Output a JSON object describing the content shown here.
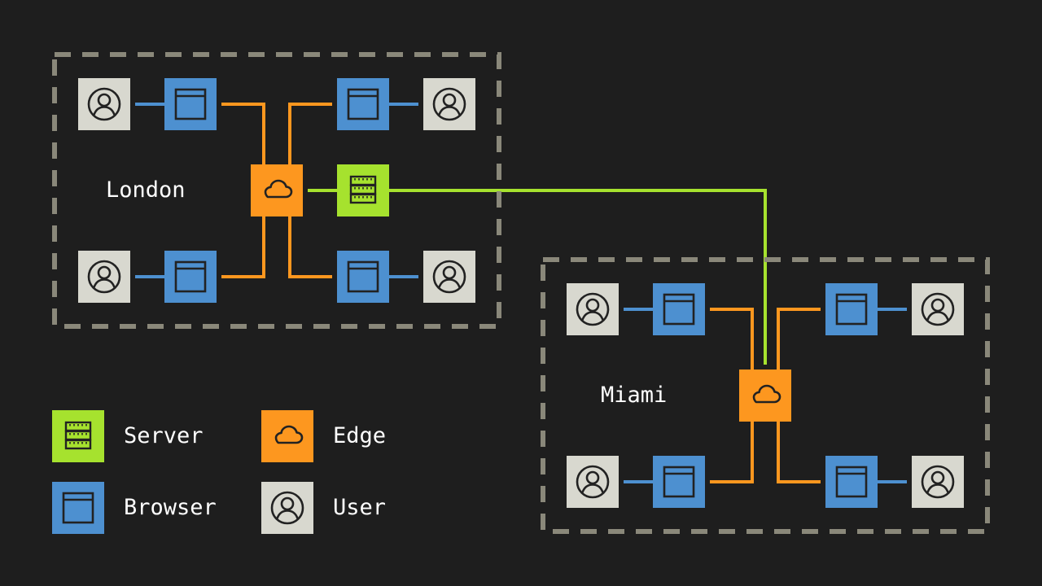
{
  "colors": {
    "background": "#1e1e1e",
    "server": "#a6e22e",
    "edge": "#fd971f",
    "browser": "#4d90d0",
    "user": "#d8d8cf",
    "region_border": "#8a887a",
    "icon_stroke": "#222222"
  },
  "regions": [
    {
      "id": "london",
      "label": "London"
    },
    {
      "id": "miami",
      "label": "Miami"
    }
  ],
  "legend": [
    {
      "type": "server",
      "label": "Server",
      "icon": "server-icon"
    },
    {
      "type": "edge",
      "label": "Edge",
      "icon": "cloud-icon"
    },
    {
      "type": "browser",
      "label": "Browser",
      "icon": "browser-window-icon"
    },
    {
      "type": "user",
      "label": "User",
      "icon": "user-icon"
    }
  ]
}
